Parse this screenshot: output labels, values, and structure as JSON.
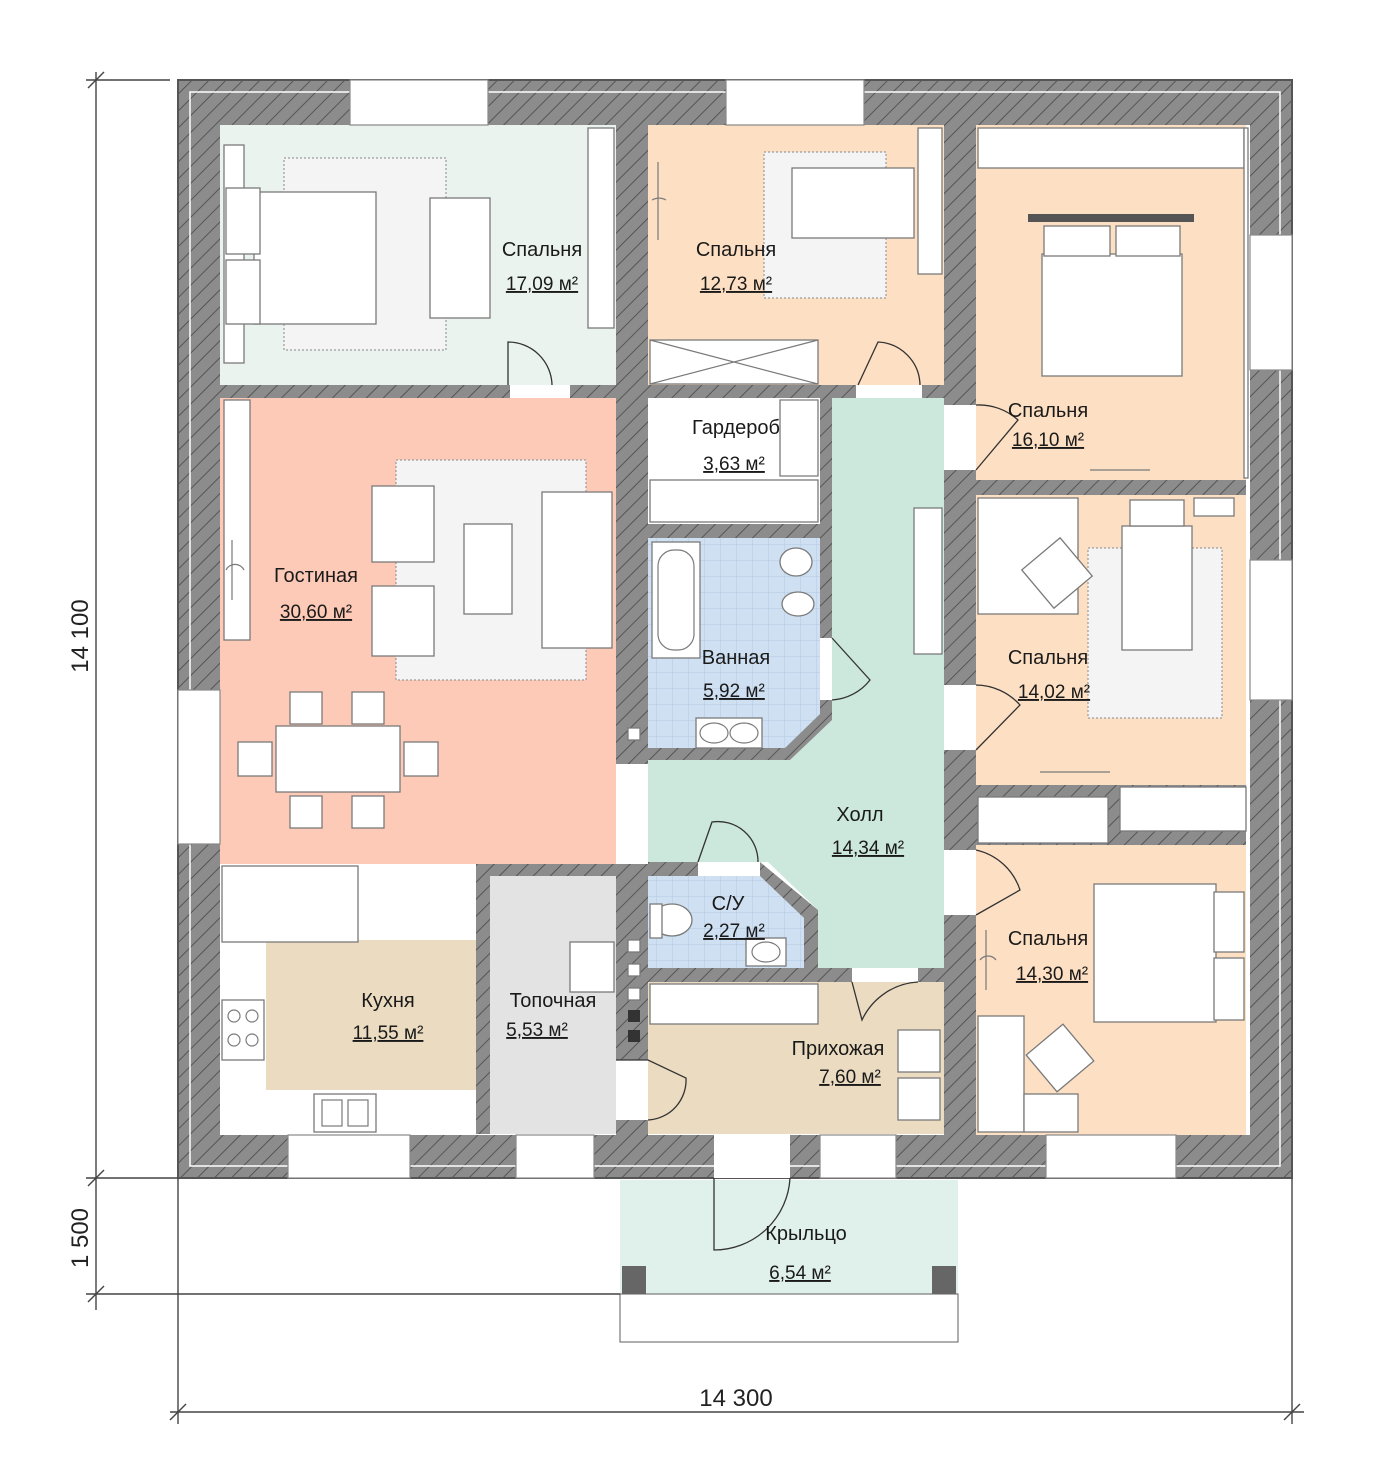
{
  "rooms": {
    "bedroom1": {
      "name": "Спальня",
      "area": "17,09 м²",
      "color": "#eaf3ee"
    },
    "bedroom2": {
      "name": "Спальня",
      "area": "12,73 м²",
      "color": "#fde0c4"
    },
    "bedroom3": {
      "name": "Спальня",
      "area": "16,10 м²",
      "color": "#fde0c4"
    },
    "bedroom4": {
      "name": "Спальня",
      "area": "14,02 м²",
      "color": "#fde0c4"
    },
    "bedroom5": {
      "name": "Спальня",
      "area": "14,30 м²",
      "color": "#fde0c4"
    },
    "wardrobe": {
      "name": "Гардероб",
      "area": "3,63 м²",
      "color": "#ffffff"
    },
    "living": {
      "name": "Гостиная",
      "area": "30,60 м²",
      "color": "#fccab6"
    },
    "bathroom": {
      "name": "Ванная",
      "area": "5,92 м²",
      "color": "#cfe0f2"
    },
    "hall": {
      "name": "Холл",
      "area": "14,34 м²",
      "color": "#cce7dc"
    },
    "wc": {
      "name": "С/У",
      "area": "2,27 м²",
      "color": "#cfe0f2"
    },
    "kitchen": {
      "name": "Кухня",
      "area": "11,55 м²",
      "color": "#ebdcc1"
    },
    "boiler": {
      "name": "Топочная",
      "area": "5,53 м²",
      "color": "#e3e3e3"
    },
    "entrance": {
      "name": "Прихожая",
      "area": "7,60 м²",
      "color": "#ebdcc1"
    },
    "porch": {
      "name": "Крыльцо",
      "area": "6,54 м²",
      "color": "#e0f0ea"
    }
  },
  "dimensions": {
    "height_main": "14 100",
    "height_porch": "1 500",
    "width_total": "14 300"
  },
  "colors": {
    "wall": "#8c8c8c",
    "hatch": "#4a4a4a",
    "furniture_stroke": "#7a7a7a"
  }
}
